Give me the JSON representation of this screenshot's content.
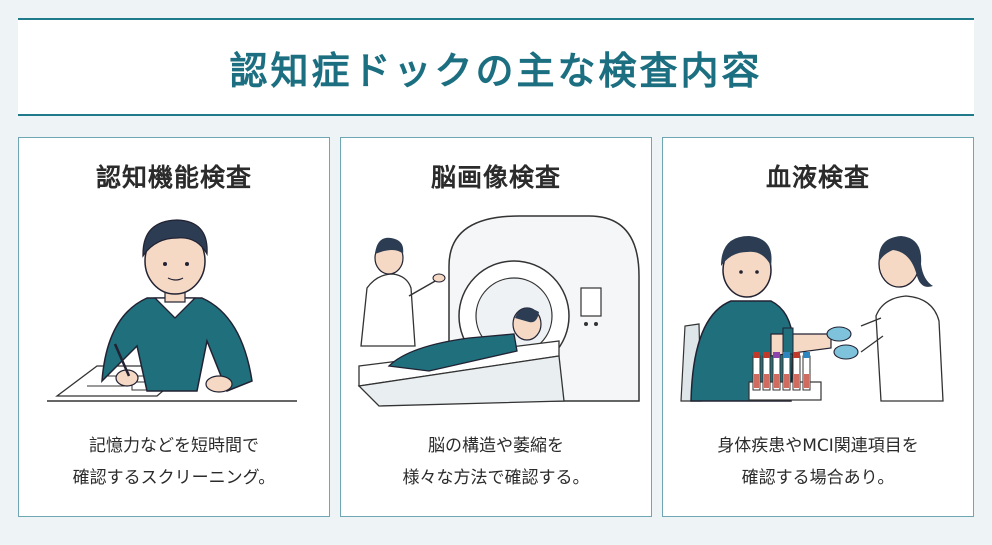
{
  "title": "認知症ドックの主な検査内容",
  "panels": [
    {
      "heading": "認知機能検査",
      "illustration": "person-taking-written-test",
      "desc_line1": "記憶力などを短時間で",
      "desc_line2": "確認するスクリーニング。"
    },
    {
      "heading": "脳画像検査",
      "illustration": "mri-scan-with-doctor",
      "desc_line1": "脳の構造や萎縮を",
      "desc_line2": "様々な方法で確認する。"
    },
    {
      "heading": "血液検査",
      "illustration": "blood-draw-with-nurse",
      "desc_line1": "身体疾患やMCI関連項目を",
      "desc_line2": "確認する場合あり。"
    }
  ],
  "colors": {
    "accent": "#1c6f80",
    "sweater": "#1f6f7d",
    "hair": "#2c3c52",
    "border": "#6fa6b4"
  }
}
